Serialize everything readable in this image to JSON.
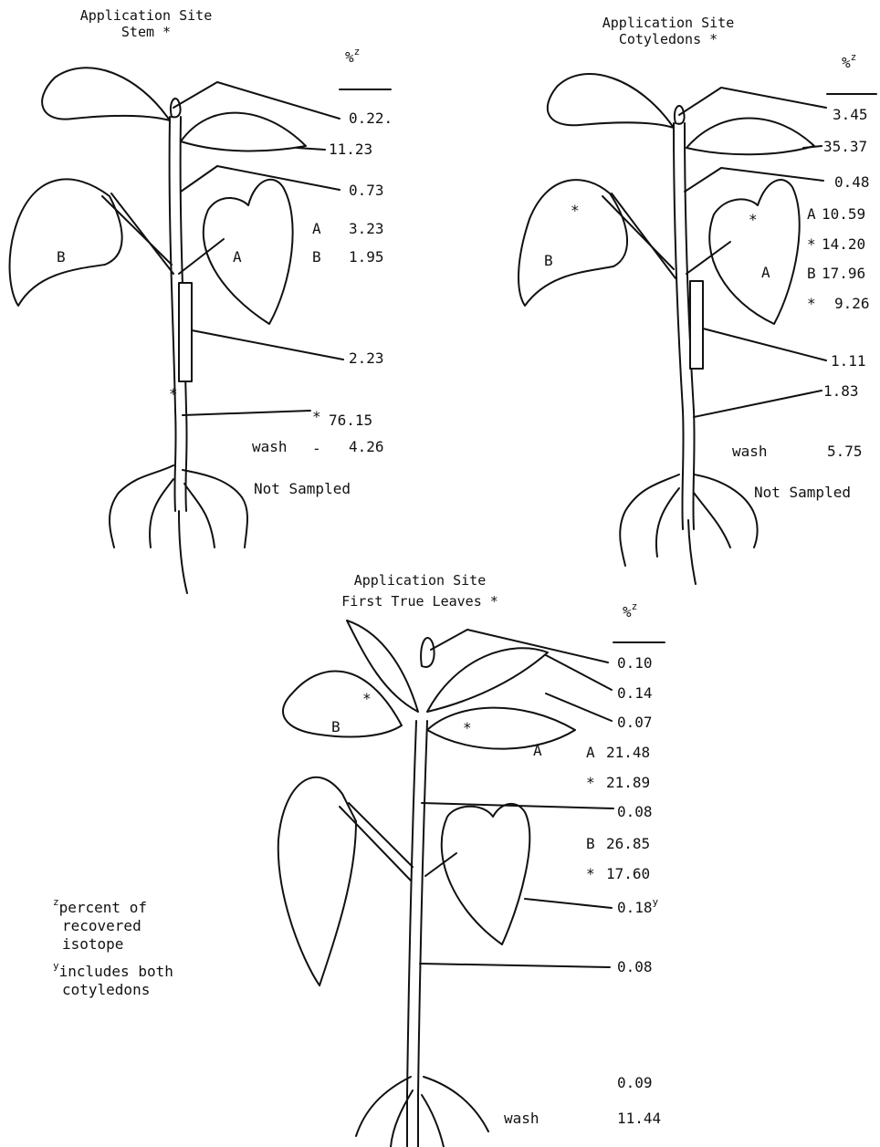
{
  "panel_stem": {
    "title_line1": "Application Site",
    "title_line2": "Stem *",
    "column_header": "%",
    "column_header_sup": "z",
    "leaf_a": "A",
    "leaf_b": "B",
    "values": [
      "0.22.",
      "11.23",
      "0.73",
      "3.23",
      "1.95",
      "2.23",
      "76.15"
    ],
    "row_labels": [
      "A",
      "B"
    ],
    "star_label": "*",
    "application_mark": "*",
    "wash_label": "wash",
    "wash_dash": "-",
    "wash_value": "4.26",
    "roots_note": "Not Sampled"
  },
  "panel_cotyledons": {
    "title_line1": "Application Site",
    "title_line2": "Cotyledons *",
    "column_header": "%",
    "column_header_sup": "z",
    "leaf_a": "A",
    "leaf_b": "B",
    "star_marks": [
      "*",
      "*"
    ],
    "values": [
      "3.45",
      "35.37",
      "0.48",
      "10.59",
      "14.20",
      "17.96",
      "9.26",
      "1.11",
      "1.83"
    ],
    "row_labels": [
      "A",
      "*",
      "B",
      "*"
    ],
    "wash_label": "wash",
    "wash_value": "5.75",
    "roots_note": "Not Sampled"
  },
  "panel_true_leaves": {
    "title_line1": "Application Site",
    "title_line2": "First True Leaves *",
    "column_header": "%",
    "column_header_sup": "z",
    "leaf_a": "A",
    "leaf_b": "B",
    "star_marks": [
      "*",
      "*"
    ],
    "values": [
      "0.10",
      "0.14",
      "0.07",
      "21.48",
      "21.89",
      "0.08",
      "26.85",
      "17.60",
      "0.18",
      "0.08",
      "0.09"
    ],
    "value_sup": "y",
    "row_labels": [
      "A",
      "*",
      "B",
      "*"
    ],
    "wash_label": "wash",
    "wash_value": "11.44"
  },
  "footnotes": {
    "z_mark": "z",
    "z_line1": "percent of",
    "z_line2": "recovered",
    "z_line3": "isotope",
    "y_mark": "y",
    "y_line1": "includes both",
    "y_line2": "cotyledons"
  }
}
